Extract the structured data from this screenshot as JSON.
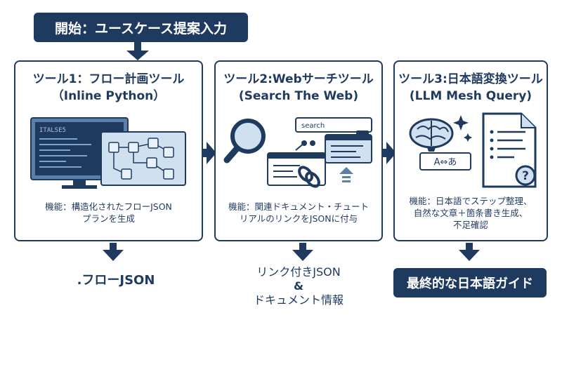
{
  "start": {
    "label": "開始：ユースケース提案入力"
  },
  "tools": [
    {
      "title_line1": "ツール1：フロー計画ツール",
      "title_line2": "（Inline Python）",
      "desc_line1": "機能：構造化されたフローJSON",
      "desc_line2": "プランを生成",
      "screen_text": "ITALSE5"
    },
    {
      "title_line1": "ツール2:Webサーチツール",
      "title_line2": "(Search The Web)",
      "desc_line1": "機能：関連ドキュメント・チュート",
      "desc_line2": "リアルのリンクをJSONに付与",
      "search_text": "search"
    },
    {
      "title_line1": "ツール3:日本語変換ツール",
      "title_line2": "(LLM Mesh Query)",
      "desc_line1": "機能：日本語でステップ整理、",
      "desc_line2": "自然な文章＋箇条書き生成、",
      "desc_line3": "不足確認",
      "translate_text": "A⇔あ"
    }
  ],
  "outputs": {
    "out1": ".フローJSON",
    "out2_line1": "リンク付きJSON",
    "out2_line2": "&",
    "out2_line3": "ドキュメント情報",
    "final": "最終的な日本語ガイド"
  },
  "colors": {
    "navy": "#1f3a5f",
    "light_blue": "#cfe0f0"
  }
}
